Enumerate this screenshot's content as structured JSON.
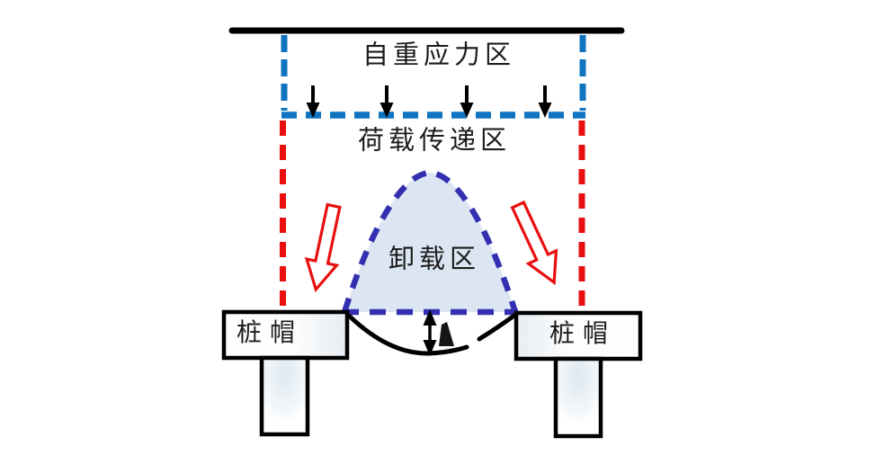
{
  "diagram": {
    "zones": {
      "self_weight": "自重应力区",
      "load_transfer": "荷载传递区",
      "unloading": "卸载区"
    },
    "pile_caps": {
      "left_label": "桩帽",
      "right_label": "桩帽"
    },
    "colors": {
      "ground_line_black": "#000000",
      "upper_boundary_dashed_blue": "#0f74c0",
      "side_boundary_dashed_red": "#ea0f0f",
      "arch_dashed_indigo": "#3230b0",
      "arch_fill_light_blue": "#dce6f3"
    },
    "icons": {
      "load_arrows": "black-down-arrow",
      "shear_arrows": "red-hollow-diagonal-arrow",
      "settlement_arrow": "black-double-headed-vertical-arrow"
    }
  }
}
